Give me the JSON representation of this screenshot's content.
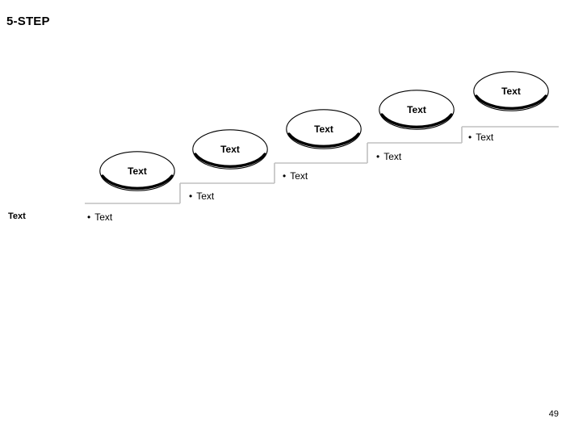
{
  "slide": {
    "title": "5-STEP",
    "page_number": "49",
    "background_color": "#ffffff",
    "text_color": "#000000",
    "step_line_color": "#c0c0c0",
    "ellipse_outline_color": "#000000",
    "ellipse_fill_color": "#ffffff",
    "ellipse_shadow_color": "#000000"
  },
  "corner_label": {
    "text": "Text"
  },
  "steps": [
    {
      "id": "step-1",
      "node_label": "Text",
      "bullet_text": "Text",
      "bullet_marker": "•"
    },
    {
      "id": "step-2",
      "node_label": "Text",
      "bullet_text": "Text",
      "bullet_marker": "•"
    },
    {
      "id": "step-3",
      "node_label": "Text",
      "bullet_text": "Text",
      "bullet_marker": "•"
    },
    {
      "id": "step-4",
      "node_label": "Text",
      "bullet_text": "Text",
      "bullet_marker": "•"
    },
    {
      "id": "step-5",
      "node_label": "Text",
      "bullet_text": "Text",
      "bullet_marker": "•"
    }
  ]
}
